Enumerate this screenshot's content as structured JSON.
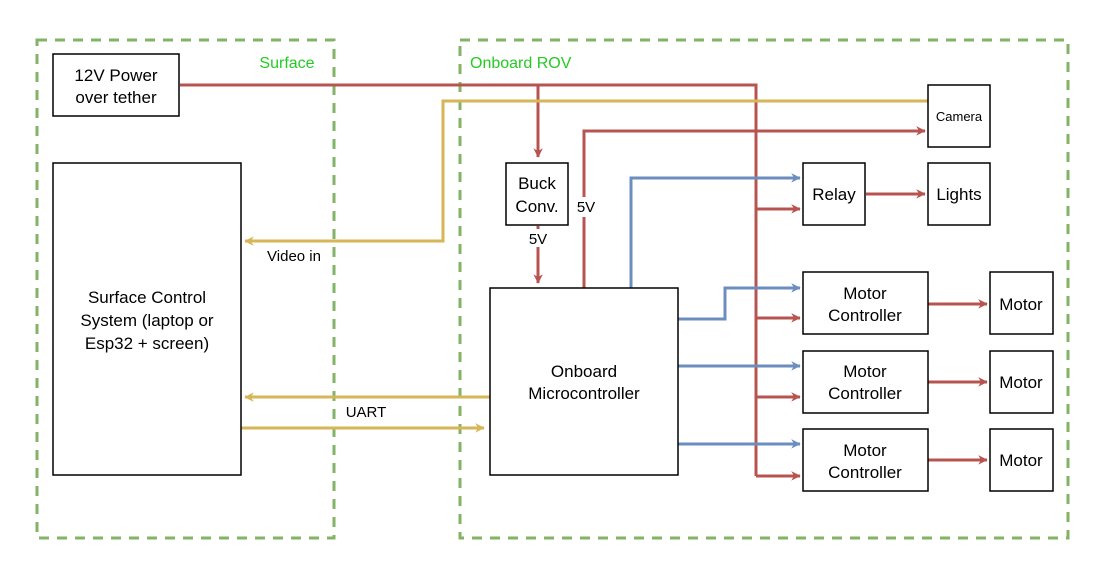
{
  "diagram": {
    "colors": {
      "power": "#b85450",
      "signal": "#6c8ebf",
      "data": "#d6b656",
      "zone_border": "#82b366",
      "zone_label": "#22cc22"
    },
    "zones": {
      "surface": {
        "label": "Surface"
      },
      "onboard": {
        "label": "Onboard ROV"
      }
    },
    "nodes": {
      "power": {
        "lines": [
          "12V Power",
          "over tether"
        ]
      },
      "surface_control": {
        "lines": [
          "Surface Control",
          "System (laptop or",
          "Esp32 + screen)"
        ]
      },
      "buck": {
        "lines": [
          "Buck",
          "Conv."
        ]
      },
      "mcu": {
        "lines": [
          "Onboard",
          "Microcontroller"
        ]
      },
      "camera": {
        "lines": [
          "Camera"
        ]
      },
      "relay": {
        "lines": [
          "Relay"
        ]
      },
      "lights": {
        "lines": [
          "Lights"
        ]
      },
      "mc1": {
        "lines": [
          "Motor",
          "Controller"
        ]
      },
      "mc2": {
        "lines": [
          "Motor",
          "Controller"
        ]
      },
      "mc3": {
        "lines": [
          "Motor",
          "Controller"
        ]
      },
      "motor1": {
        "lines": [
          "Motor"
        ]
      },
      "motor2": {
        "lines": [
          "Motor"
        ]
      },
      "motor3": {
        "lines": [
          "Motor"
        ]
      }
    },
    "edge_labels": {
      "video_in": "Video in",
      "uart": "UART",
      "buck_5v": "5V",
      "mcu_5v": "5V"
    },
    "edges": [
      {
        "from": "power",
        "to": "buck",
        "type": "power"
      },
      {
        "from": "power",
        "to": "relay",
        "type": "power"
      },
      {
        "from": "power",
        "to": "mc1",
        "type": "power"
      },
      {
        "from": "power",
        "to": "mc2",
        "type": "power"
      },
      {
        "from": "power",
        "to": "mc3",
        "type": "power"
      },
      {
        "from": "buck",
        "to": "mcu",
        "type": "power",
        "label": "5V"
      },
      {
        "from": "mcu",
        "to": "camera",
        "type": "power",
        "label": "5V"
      },
      {
        "from": "camera",
        "to": "surface_control",
        "type": "data",
        "label": "Video in"
      },
      {
        "from": "mcu",
        "to": "surface_control",
        "type": "data",
        "label": "UART"
      },
      {
        "from": "surface_control",
        "to": "mcu",
        "type": "data"
      },
      {
        "from": "mcu",
        "to": "relay",
        "type": "signal"
      },
      {
        "from": "mcu",
        "to": "mc1",
        "type": "signal"
      },
      {
        "from": "mcu",
        "to": "mc2",
        "type": "signal"
      },
      {
        "from": "mcu",
        "to": "mc3",
        "type": "signal"
      },
      {
        "from": "relay",
        "to": "lights",
        "type": "power"
      },
      {
        "from": "mc1",
        "to": "motor1",
        "type": "power"
      },
      {
        "from": "mc2",
        "to": "motor2",
        "type": "power"
      },
      {
        "from": "mc3",
        "to": "motor3",
        "type": "power"
      }
    ]
  }
}
